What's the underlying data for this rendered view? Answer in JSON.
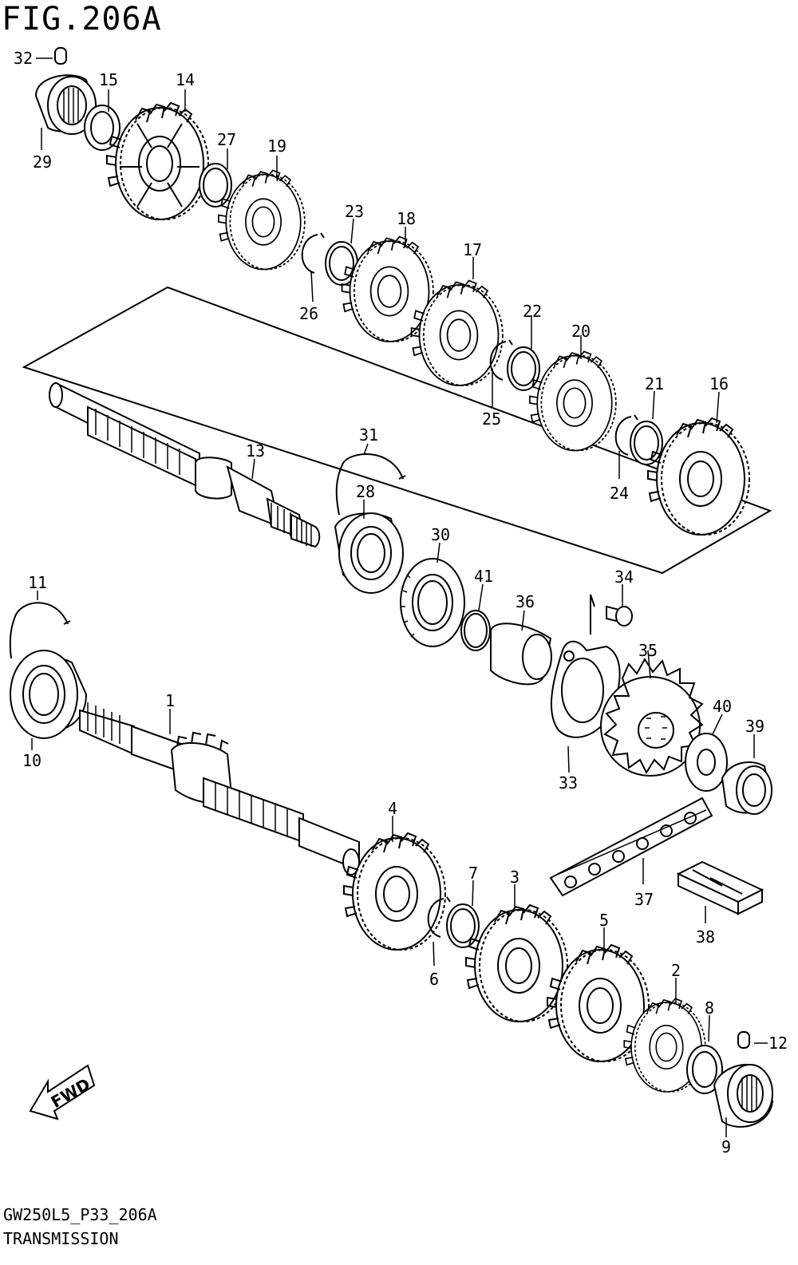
{
  "figure": {
    "title": "FIG.206A",
    "model_code": "GW250L5_P33_206A",
    "section": "TRANSMISSION",
    "fwd_label": "FWD"
  },
  "part_callouts": [
    {
      "number": "1",
      "part": "countershaft"
    },
    {
      "number": "2",
      "part": "gear"
    },
    {
      "number": "3",
      "part": "gear"
    },
    {
      "number": "4",
      "part": "gear"
    },
    {
      "number": "5",
      "part": "gear"
    },
    {
      "number": "6",
      "part": "circlip"
    },
    {
      "number": "7",
      "part": "washer"
    },
    {
      "number": "8",
      "part": "washer"
    },
    {
      "number": "9",
      "part": "needle-bearing"
    },
    {
      "number": "10",
      "part": "bearing"
    },
    {
      "number": "11",
      "part": "circlip"
    },
    {
      "number": "12",
      "part": "pin"
    },
    {
      "number": "13",
      "part": "driveshaft"
    },
    {
      "number": "14",
      "part": "gear"
    },
    {
      "number": "15",
      "part": "washer"
    },
    {
      "number": "16",
      "part": "gear"
    },
    {
      "number": "17",
      "part": "gear"
    },
    {
      "number": "18",
      "part": "gear"
    },
    {
      "number": "19",
      "part": "gear"
    },
    {
      "number": "20",
      "part": "gear"
    },
    {
      "number": "21",
      "part": "washer"
    },
    {
      "number": "22",
      "part": "washer"
    },
    {
      "number": "23",
      "part": "washer"
    },
    {
      "number": "24",
      "part": "circlip"
    },
    {
      "number": "25",
      "part": "circlip"
    },
    {
      "number": "26",
      "part": "circlip"
    },
    {
      "number": "27",
      "part": "washer"
    },
    {
      "number": "28",
      "part": "bearing"
    },
    {
      "number": "29",
      "part": "needle-bearing"
    },
    {
      "number": "30",
      "part": "oil-seal"
    },
    {
      "number": "31",
      "part": "circlip"
    },
    {
      "number": "32",
      "part": "pin"
    },
    {
      "number": "33",
      "part": "plate"
    },
    {
      "number": "34",
      "part": "bolt"
    },
    {
      "number": "35",
      "part": "sprocket"
    },
    {
      "number": "36",
      "part": "spacer"
    },
    {
      "number": "37",
      "part": "chain"
    },
    {
      "number": "38",
      "part": "joint"
    },
    {
      "number": "39",
      "part": "nut"
    },
    {
      "number": "40",
      "part": "washer"
    },
    {
      "number": "41",
      "part": "o-ring"
    }
  ]
}
